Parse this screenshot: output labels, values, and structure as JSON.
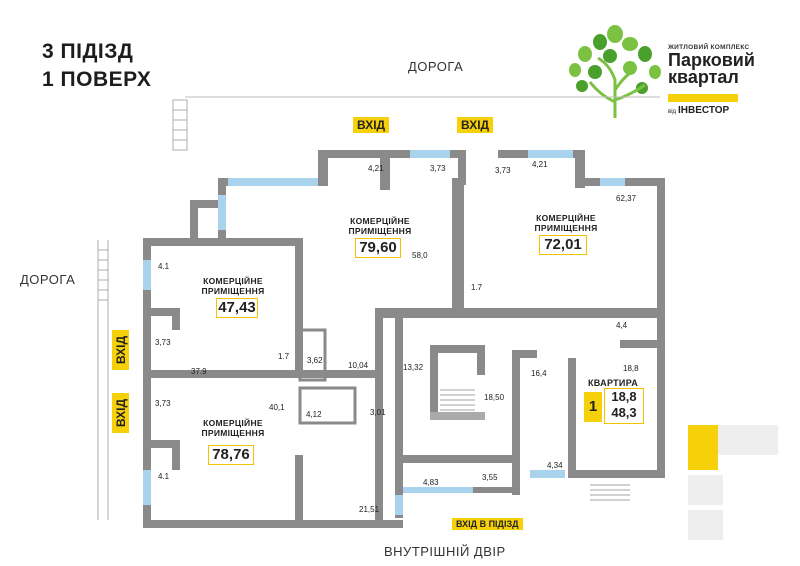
{
  "header": {
    "entrance": "3 ПІДІЗД",
    "floor": "1 ПОВЕРХ"
  },
  "roads": {
    "top": "ДОРОГА",
    "left": "ДОРОГА",
    "bottom": "ВНУТРІШНІЙ ДВІР"
  },
  "entrances": {
    "main": "ВХІД",
    "stair": "ВХІД В ПІДІЗД"
  },
  "rooms": [
    {
      "label": "КОМЕРЦІЙНЕ ПРИМІЩЕННЯ",
      "area": "79,60"
    },
    {
      "label": "КОМЕРЦІЙНЕ ПРИМІЩЕННЯ",
      "area": "72,01"
    },
    {
      "label": "КОМЕРЦІЙНЕ ПРИМІЩЕННЯ",
      "area": "47,43"
    },
    {
      "label": "КОМЕРЦІЙНЕ ПРИМІЩЕННЯ",
      "area": "78,76"
    }
  ],
  "apartment": {
    "label": "КВАРТИРА",
    "number": "1",
    "living": "18,8",
    "total": "48,3"
  },
  "dims": [
    "4,21",
    "3,73",
    "3,73",
    "4,21",
    "62,37",
    "58,0",
    "4.1",
    "1.7",
    "3,73",
    "37.9",
    "3,73",
    "40,1",
    "1.7",
    "3,62",
    "10,04",
    "4,12",
    "3,01",
    "13,32",
    "18,50",
    "16,4",
    "4,4",
    "18,8",
    "4,34",
    "4,83",
    "3,55",
    "21,51",
    "4.1"
  ],
  "brand": {
    "tagline": "ЖИТЛОВИЙ КОМПЛЕКС",
    "name_line1": "Парковий",
    "name_line2": "квартал",
    "by": "від",
    "developer": "ІНВЕСТОР"
  },
  "colors": {
    "wall": "#8a8a8a",
    "window": "#a9d3ec",
    "accent": "#f6d10a",
    "leaf": "#7cc242",
    "leaf_dark": "#4aa02c"
  }
}
